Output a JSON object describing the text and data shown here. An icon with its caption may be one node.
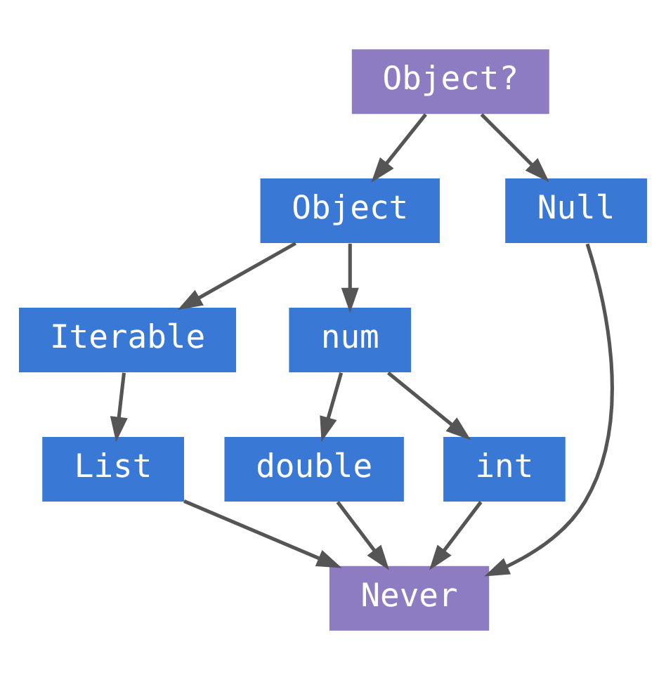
{
  "diagram": {
    "nodes": [
      {
        "text": [
          "Object?"
        ]
      },
      {
        "text": [
          "Object"
        ]
      },
      {
        "text": [
          "Null"
        ]
      },
      {
        "text": [
          "Iterable"
        ]
      },
      {
        "text": [
          "num"
        ]
      },
      {
        "text": [
          "List"
        ]
      },
      {
        "text": [
          "double"
        ]
      },
      {
        "text": [
          "int"
        ]
      },
      {
        "text": [
          "Never"
        ]
      }
    ],
    "edges": [
      {
        "from": 0,
        "to": 1,
        "arrow": "to"
      },
      {
        "from": 0,
        "to": 2,
        "arrow": "to"
      },
      {
        "from": 1,
        "to": 3,
        "arrow": "to"
      },
      {
        "from": 1,
        "to": 4,
        "arrow": "to"
      },
      {
        "from": 3,
        "to": 5,
        "arrow": "to"
      },
      {
        "from": 4,
        "to": 6,
        "arrow": "to"
      },
      {
        "from": 4,
        "to": 7,
        "arrow": "to"
      },
      {
        "from": 5,
        "to": 8,
        "arrow": "to"
      },
      {
        "from": 6,
        "to": 8,
        "arrow": "to"
      },
      {
        "from": 7,
        "to": 8,
        "arrow": "to"
      },
      {
        "from": 2,
        "to": 8,
        "arrow": "to"
      }
    ]
  }
}
